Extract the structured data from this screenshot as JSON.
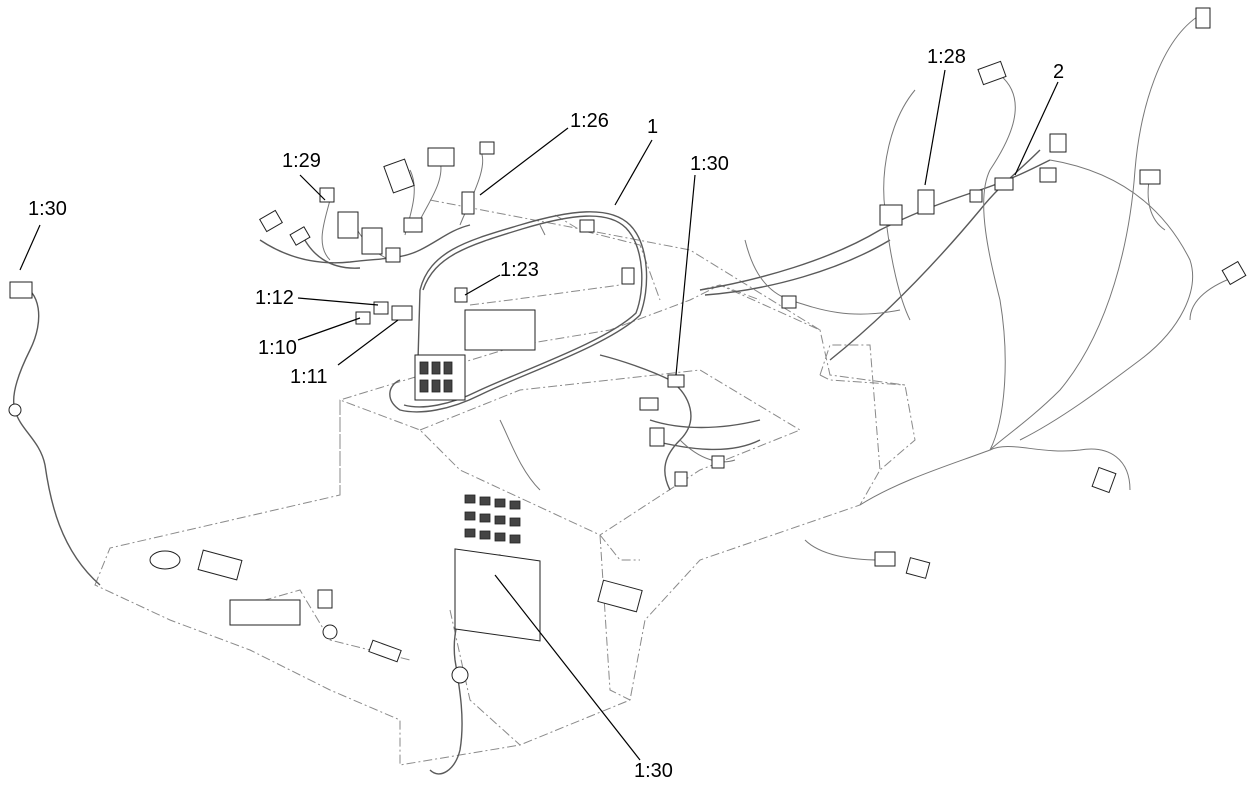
{
  "callouts": [
    {
      "id": "c1",
      "text": "1:30"
    },
    {
      "id": "c2",
      "text": "1:29"
    },
    {
      "id": "c3",
      "text": "1:26"
    },
    {
      "id": "c4",
      "text": "1"
    },
    {
      "id": "c5",
      "text": "1:30"
    },
    {
      "id": "c6",
      "text": "1:28"
    },
    {
      "id": "c7",
      "text": "2"
    },
    {
      "id": "c8",
      "text": "1:23"
    },
    {
      "id": "c9",
      "text": "1:12"
    },
    {
      "id": "c10",
      "text": "1:10"
    },
    {
      "id": "c11",
      "text": "1:11"
    },
    {
      "id": "c12",
      "text": "1:30"
    }
  ]
}
